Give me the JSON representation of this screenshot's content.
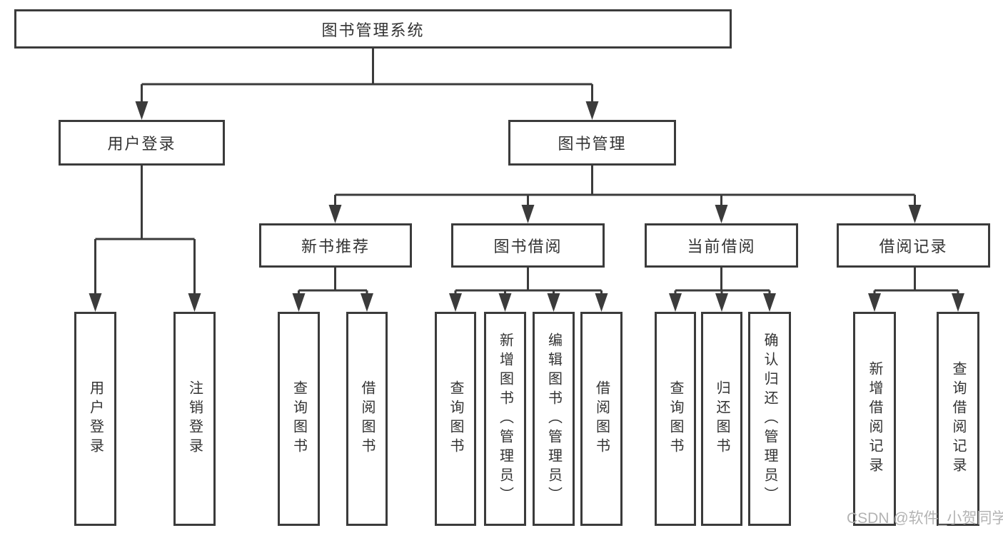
{
  "colors": {
    "line": "#3b3b3b",
    "text": "#333333",
    "background": "#ffffff",
    "watermark": "#b3b3b3"
  },
  "watermark": "CSDN @软件_小贺同学",
  "tree": {
    "root": {
      "label": "图书管理系统"
    },
    "l2": [
      {
        "label": "用户登录",
        "parent": "图书管理系统"
      },
      {
        "label": "图书管理",
        "parent": "图书管理系统"
      }
    ],
    "l3": [
      {
        "label": "新书推荐",
        "parent": "图书管理"
      },
      {
        "label": "图书借阅",
        "parent": "图书管理"
      },
      {
        "label": "当前借阅",
        "parent": "图书管理"
      },
      {
        "label": "借阅记录",
        "parent": "图书管理"
      }
    ],
    "leaves": [
      {
        "label": "用户登录",
        "parent": "用户登录"
      },
      {
        "label": "注销登录",
        "parent": "用户登录"
      },
      {
        "label": "查询图书",
        "parent": "新书推荐"
      },
      {
        "label": "借阅图书",
        "parent": "新书推荐"
      },
      {
        "label": "查询图书",
        "parent": "图书借阅"
      },
      {
        "label": "新增图书（管理员）",
        "parent": "图书借阅"
      },
      {
        "label": "编辑图书（管理员）",
        "parent": "图书借阅"
      },
      {
        "label": "借阅图书",
        "parent": "图书借阅"
      },
      {
        "label": "查询图书",
        "parent": "当前借阅"
      },
      {
        "label": "归还图书",
        "parent": "当前借阅"
      },
      {
        "label": "确认归还（管理员）",
        "parent": "当前借阅"
      },
      {
        "label": "新增借阅记录",
        "parent": "借阅记录"
      },
      {
        "label": "查询借阅记录",
        "parent": "借阅记录"
      }
    ]
  }
}
